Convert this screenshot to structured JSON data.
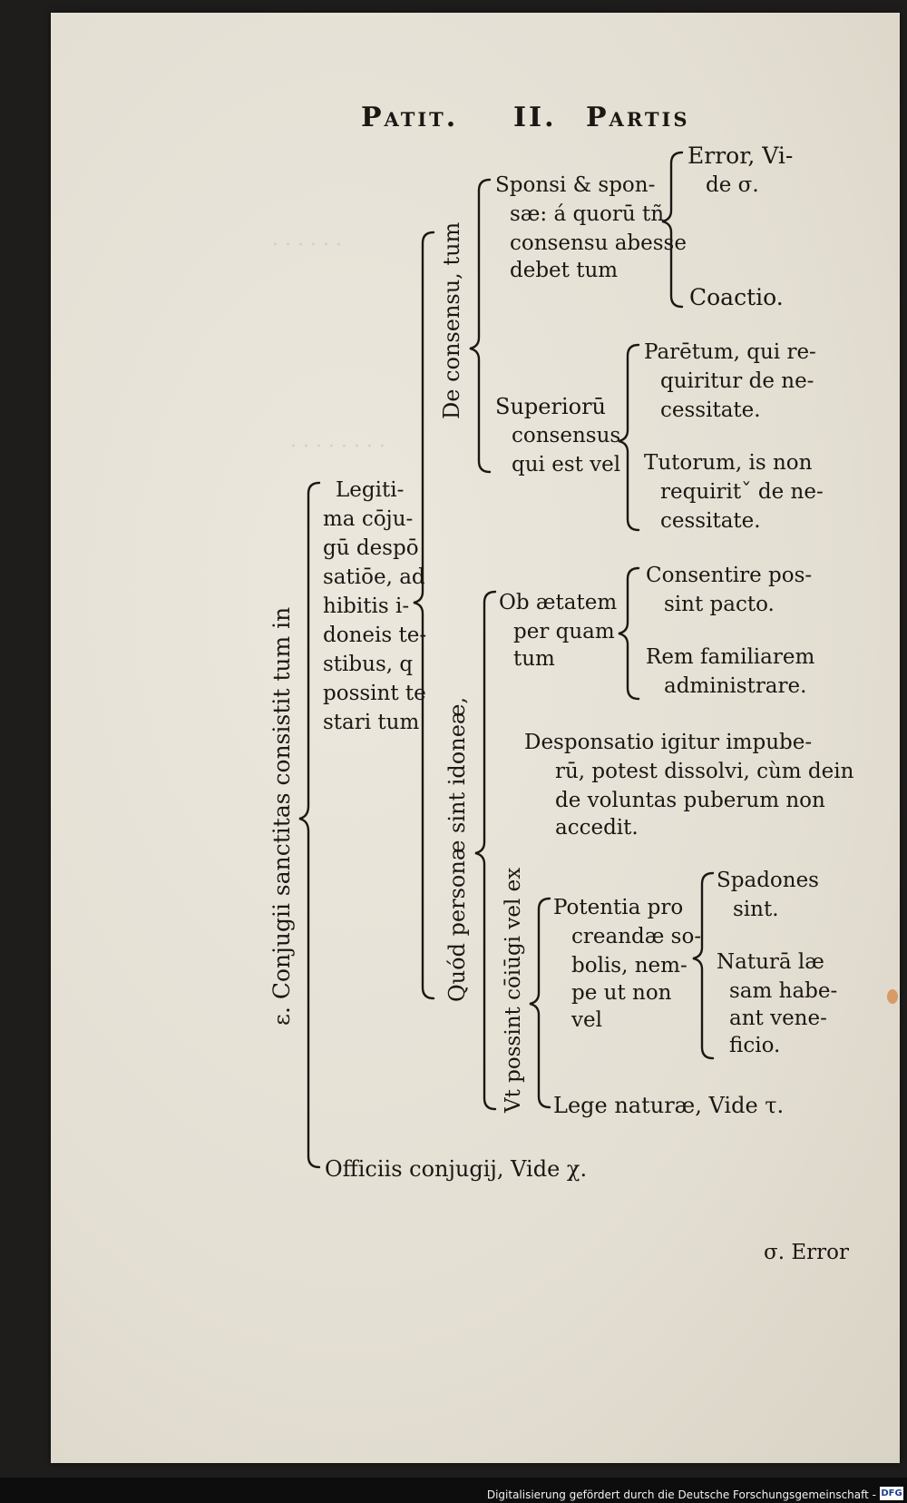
{
  "header": {
    "left": "Patit.",
    "numeral": "II.",
    "right": "Partis"
  },
  "root": "ε. Conjugii sanctitas consistit tum in",
  "legitima": [
    "Legiti-",
    "ma cōju-",
    "gū despō",
    "satiōe, ad",
    "hibitis i-",
    "doneis te-",
    "stibus, q",
    "possint te",
    "stari tum"
  ],
  "de_consensu": "De consensu, tum",
  "quod_personae": "Quód personæ sint idoneæ,",
  "sponsi": [
    "Sponsi & spon-",
    "sæ: á quorū tñ",
    "consensu abesse",
    "debet tum"
  ],
  "error_vide": [
    "Error, Vi-",
    "de σ."
  ],
  "coactio": "Coactio.",
  "superiorum": [
    "Superiorū",
    "consensus",
    "qui est vel"
  ],
  "parentum": [
    "Parētum, qui re-",
    "quiritur de ne-",
    "cessitate."
  ],
  "tutorum": [
    "Tutorum, is non",
    "requiritˇ de ne-",
    "cessitate."
  ],
  "ob_aetatem": [
    "Ob ætatem",
    "per quam",
    "tum"
  ],
  "consentire": [
    "Consentire pos-",
    "sint pacto."
  ],
  "rem_familiarem": [
    "Rem familiarem",
    "administrare."
  ],
  "desponsatio": [
    "Desponsatio igitur impube-",
    "rū, potest dissolvi, cùm dein",
    "de voluntas puberum non",
    "accedit."
  ],
  "vt_possint": "Vt possint cōiūgi vel ex",
  "potentia": [
    "Potentia pro",
    "creandæ so-",
    "bolis, nem-",
    "pe ut non",
    "vel"
  ],
  "spadones": [
    "Spadones",
    "sint."
  ],
  "natura": [
    "Naturā læ",
    "sam habe-",
    "ant vene-",
    "ficio."
  ],
  "lege": "Lege naturæ, Vide τ.",
  "officiis": "Officiis conjugij, Vide χ.",
  "catchword": "σ. Error",
  "footer": {
    "credit": "Digitalisierung gefördert durch die Deutsche Forschungsgemeinschaft -",
    "logo": "DFG"
  }
}
